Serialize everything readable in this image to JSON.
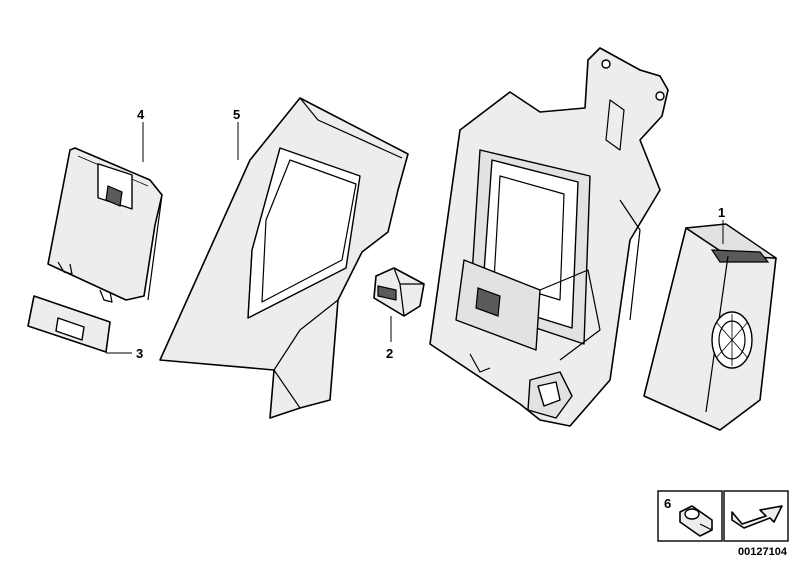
{
  "callouts": [
    {
      "id": "1",
      "label": "1"
    },
    {
      "id": "2",
      "label": "2"
    },
    {
      "id": "3",
      "label": "3"
    },
    {
      "id": "4",
      "label": "4"
    },
    {
      "id": "5",
      "label": "5"
    },
    {
      "id": "6",
      "label": "6"
    }
  ],
  "document_number": "00127104"
}
